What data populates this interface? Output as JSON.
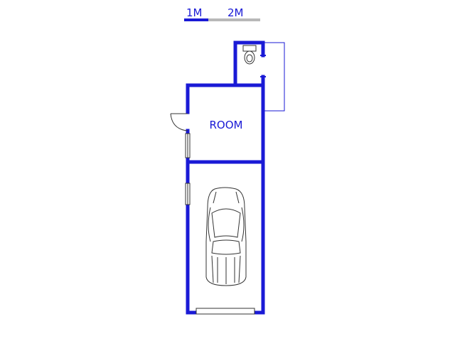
{
  "scale_bar": {
    "label_1": "1M",
    "label_2": "2M"
  },
  "rooms": {
    "room_label": "ROOM"
  },
  "colors": {
    "wall": "#1a1ad6",
    "scale_active": "#1a1ad6",
    "scale_inactive": "#b8b8b8",
    "fixture": "#333333",
    "background": "#ffffff"
  },
  "icons": [
    "toilet-icon",
    "car-icon",
    "door-swing-icon",
    "window-icon",
    "garage-door-icon"
  ]
}
